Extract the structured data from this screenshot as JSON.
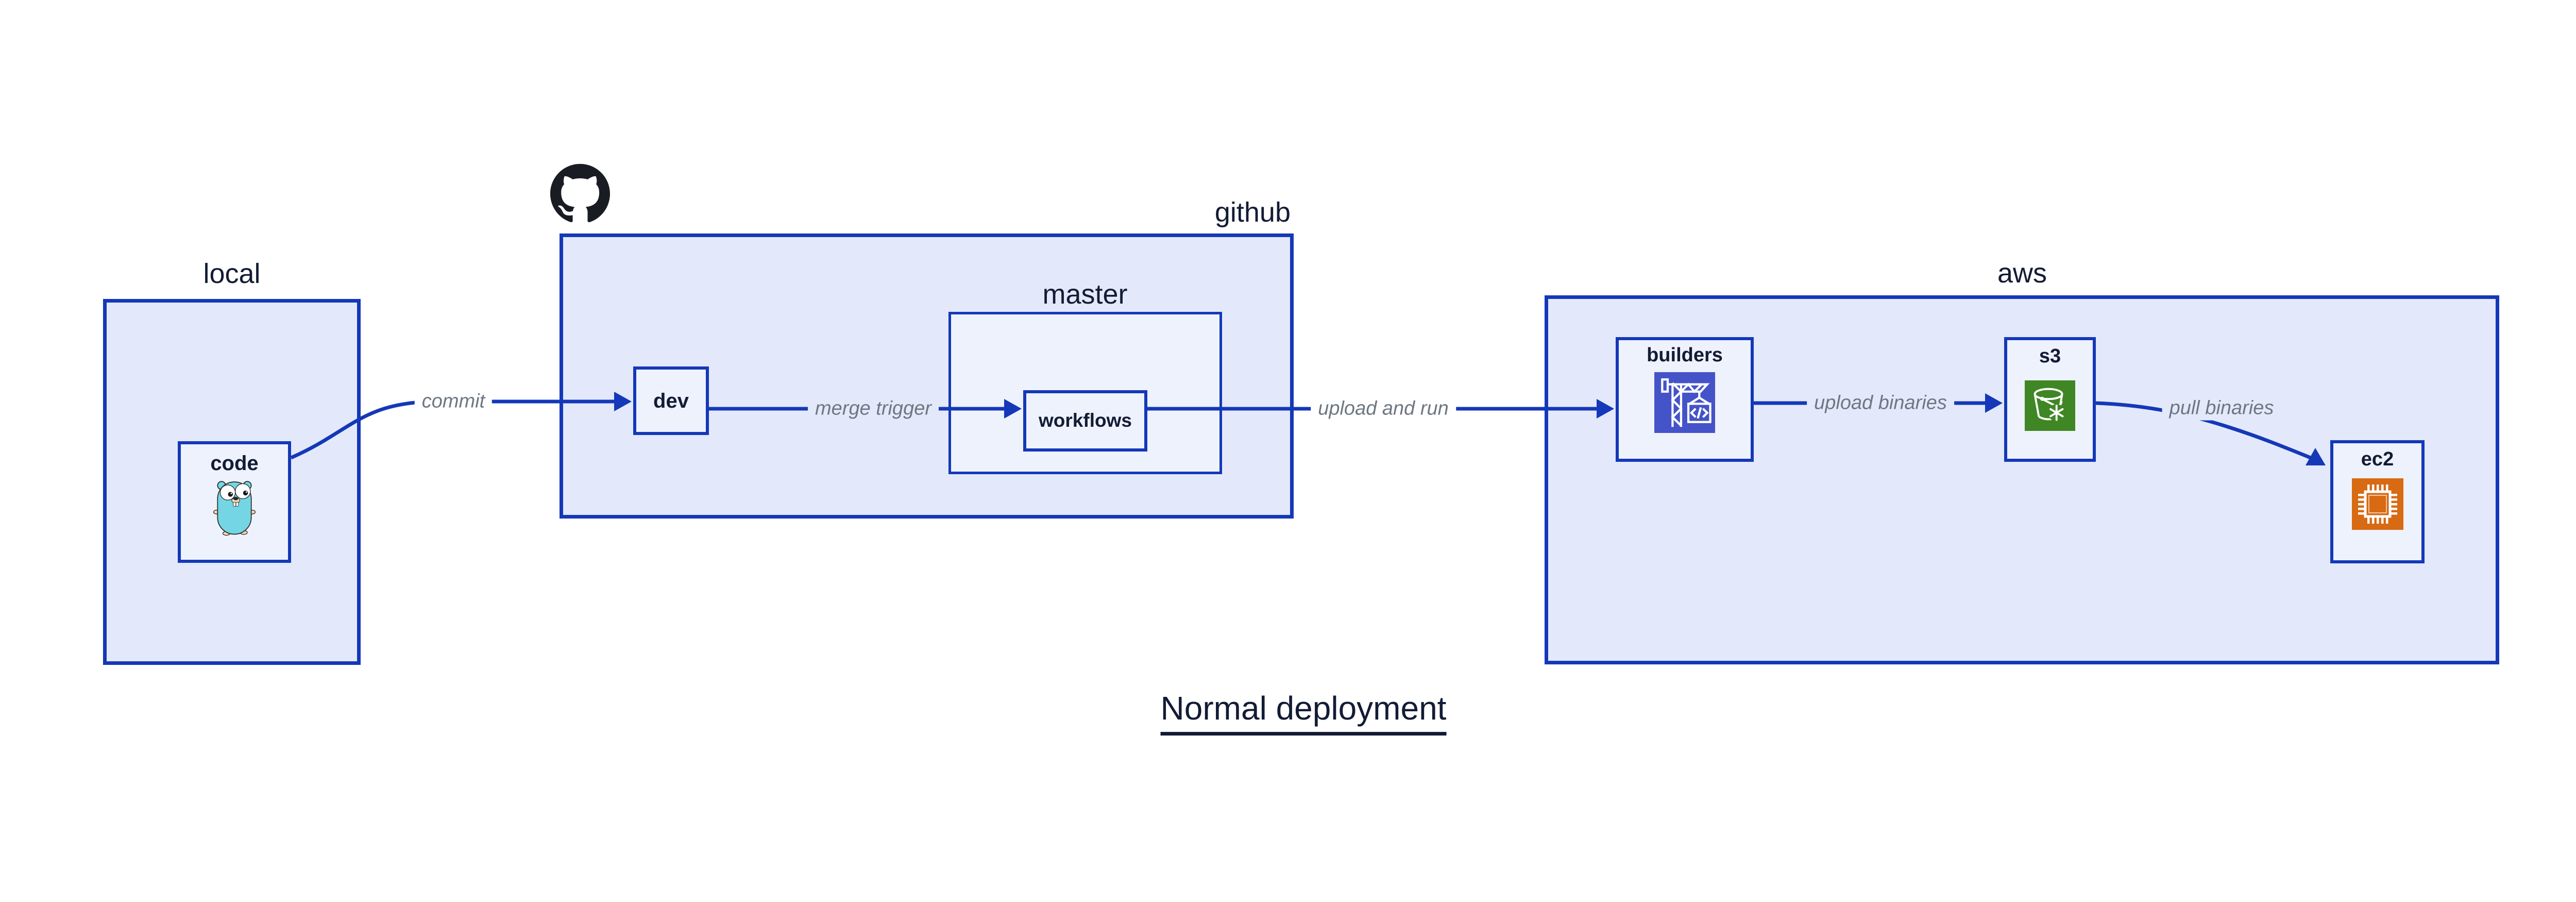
{
  "title": "Normal deployment",
  "groups": {
    "local": "local",
    "github": "github",
    "master": "master",
    "aws": "aws"
  },
  "nodes": {
    "code": "code",
    "dev": "dev",
    "workflows": "workflows",
    "builders": "builders",
    "s3": "s3",
    "ec2": "ec2"
  },
  "edges": {
    "commit": "commit",
    "merge_trigger": "merge trigger",
    "upload_and_run": "upload and run",
    "upload_binaries": "upload binaries",
    "pull_binaries": "pull binaries"
  },
  "icons": {
    "github": "github-octocat-icon",
    "code": "go-gopher-icon",
    "builders": "codebuild-crane-icon",
    "s3": "s3-bucket-snowflake-icon",
    "ec2": "ec2-chip-icon"
  },
  "colors": {
    "border_blue": "#1438b8",
    "group_fill": "#e3e9fb",
    "node_fill": "#eef2fc",
    "text_navy": "#131b35",
    "edge_label_gray": "#6e7781",
    "octocat_black": "#191c22",
    "builders_icon_bg": "#4553c9",
    "s3_icon_bg": "#3f8624",
    "ec2_icon_bg": "#d76a12",
    "gopher_teal": "#74d6e4",
    "gopher_skin": "#f6d7b0"
  }
}
